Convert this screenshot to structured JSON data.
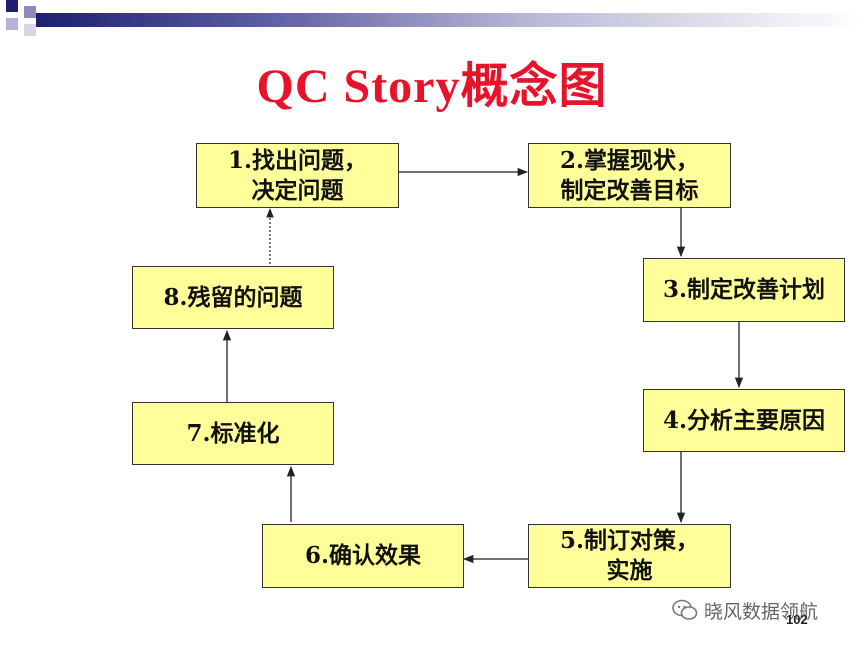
{
  "title": "QC Story概念图",
  "steps": [
    {
      "lines": [
        "1.找出问题，",
        "决定问题"
      ]
    },
    {
      "lines": [
        "2.掌握现状，",
        "制定改善目标"
      ]
    },
    {
      "lines": [
        "3.制定改善计划"
      ]
    },
    {
      "lines": [
        "4.分析主要原因"
      ]
    },
    {
      "lines": [
        "5.制订对策，",
        "实施"
      ]
    },
    {
      "lines": [
        "6.确认效果"
      ]
    },
    {
      "lines": [
        "7.标准化"
      ]
    },
    {
      "lines": [
        "8.残留的问题"
      ]
    }
  ],
  "watermark": {
    "text": "晓风数据领航",
    "icon": "wechat-icon"
  },
  "page_number": "102",
  "colors": {
    "title": "#e8122b",
    "box_fill": "#ffff99",
    "box_border": "#333333",
    "header_bar": "#1f1f70"
  }
}
